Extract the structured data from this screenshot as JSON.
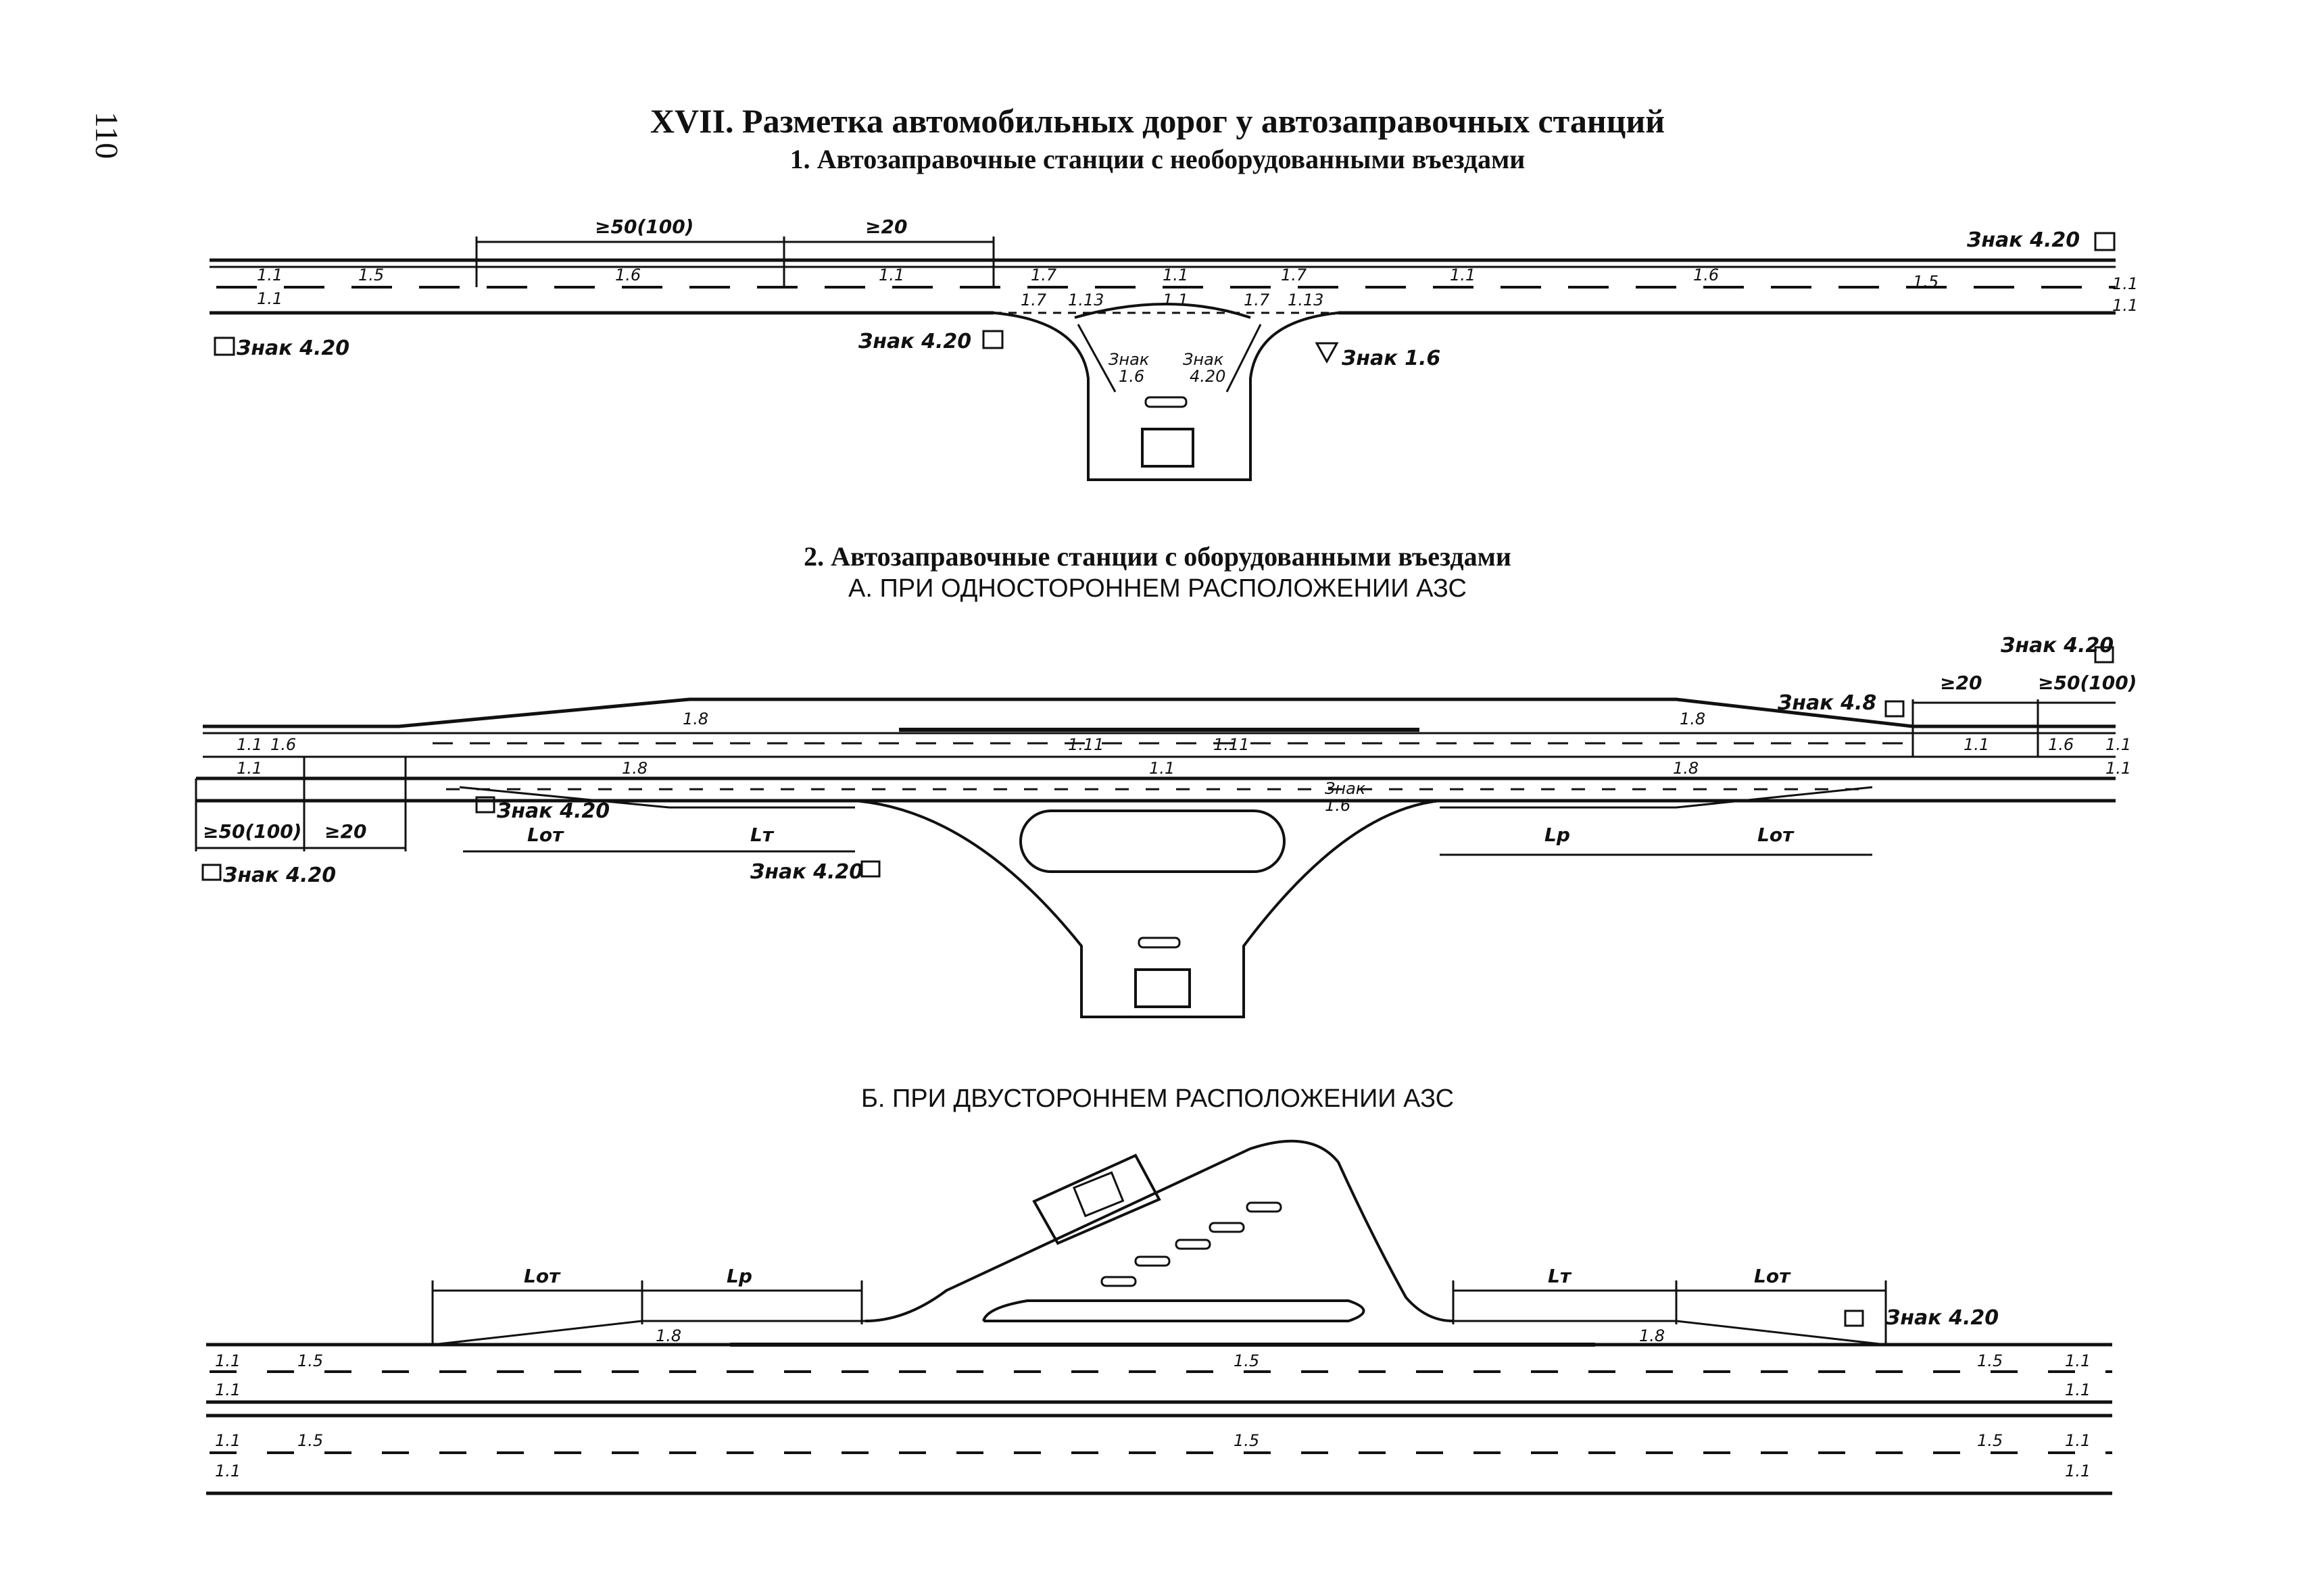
{
  "page_number": "110",
  "section_title": "XVII. Разметка автомобильных дорог у автозаправочных станций",
  "part1": {
    "title": "1. Автозаправочные станции с необорудованными въездами",
    "labels": {
      "dim_50_100": "≥50(100)",
      "dim_20": "≥20",
      "m11": "1.1",
      "m15": "1.5",
      "m16": "1.6",
      "m17": "1.7",
      "m113": "1.13",
      "sign_420": "Знак 4.20",
      "sign_420_b": "Знак 4.20",
      "sign_16": "Знак 1.6",
      "sign_16_inner_a": "Знак",
      "sign_16_inner_b": "1.6",
      "sign_420_inner_a": "Знак",
      "sign_420_inner_b": "4.20"
    }
  },
  "part2": {
    "title": "2. Автозаправочные станции с оборудованными въездами",
    "subtitle_a": "А. ПРИ ОДНОСТОРОННЕМ РАСПОЛОЖЕНИИ АЗС",
    "subtitle_b": "Б. ПРИ ДВУСТОРОННЕМ РАСПОЛОЖЕНИИ АЗС",
    "labels": {
      "m18": "1.8",
      "m111": "1.11",
      "m11": "1.1",
      "m16": "1.6",
      "m15": "1.5",
      "dim_50_100": "≥50(100)",
      "dim_20": "≥20",
      "L_ot": "Lот",
      "L_t": "Lт",
      "L_r": "Lр",
      "sign_48": "Знак 4.8",
      "sign_420": "Знак 4.20",
      "sign_16_a": "Знак",
      "sign_16_b": "1.6"
    }
  }
}
